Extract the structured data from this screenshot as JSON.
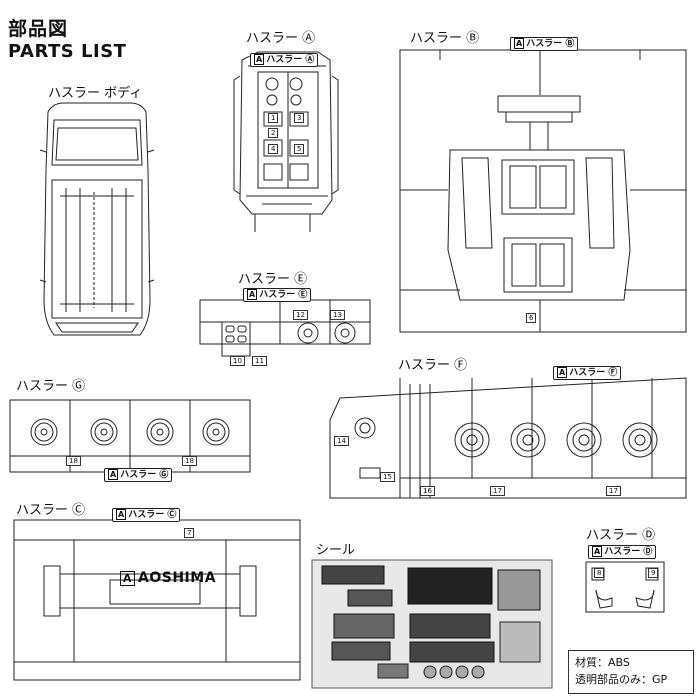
{
  "header": {
    "title_jp": "部品図",
    "title_en": "PARTS LIST"
  },
  "sections": {
    "body": {
      "label": "ハスラー ボディ"
    },
    "a": {
      "label": "ハスラー Ⓐ",
      "tag_logo": "A",
      "tag_text": "ハスラー Ⓐ",
      "numbers": [
        "1",
        "2",
        "3",
        "4",
        "5"
      ]
    },
    "b": {
      "label": "ハスラー Ⓑ",
      "tag_logo": "A",
      "tag_text": "ハスラー Ⓑ",
      "numbers": [
        "6"
      ]
    },
    "e": {
      "label": "ハスラー Ⓔ",
      "tag_logo": "A",
      "tag_text": "ハスラー Ⓔ",
      "numbers": [
        "10",
        "11",
        "12",
        "13"
      ]
    },
    "f": {
      "label": "ハスラー Ⓕ",
      "tag_logo": "A",
      "tag_text": "ハスラー Ⓕ",
      "numbers": [
        "14",
        "15",
        "16",
        "17",
        "17"
      ]
    },
    "g": {
      "label": "ハスラー Ⓖ",
      "tag_logo": "A",
      "tag_text": "ハスラー Ⓖ",
      "numbers": [
        "18",
        "18"
      ]
    },
    "c": {
      "label": "ハスラー Ⓒ",
      "tag_logo": "A",
      "tag_text": "ハスラー Ⓒ",
      "numbers": [
        "7"
      ],
      "brand": "AOSHIMA",
      "brand_logo": "A"
    },
    "sticker": {
      "label": "シール"
    },
    "d": {
      "label": "ハスラー Ⓓ",
      "tag_logo": "A",
      "tag_text": "ハスラー Ⓓ",
      "numbers": [
        "8",
        "9"
      ]
    }
  },
  "material": {
    "line1": "材質：ABS",
    "line2": "透明部品のみ：GP"
  }
}
